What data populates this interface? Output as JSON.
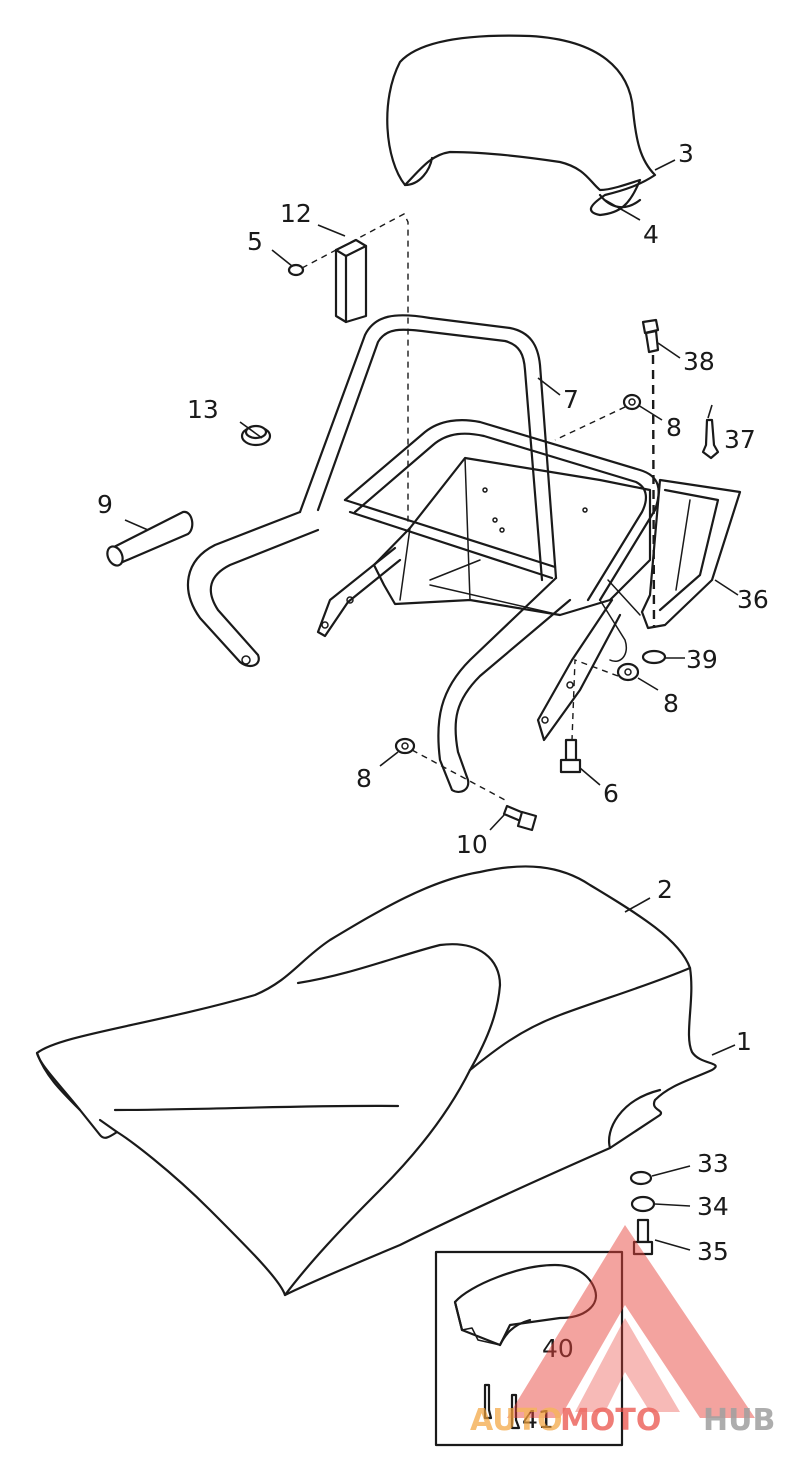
{
  "callouts": {
    "c1": "1",
    "c2": "2",
    "c3": "3",
    "c4": "4",
    "c5": "5",
    "c6": "6",
    "c7": "7",
    "c8a": "8",
    "c8b": "8",
    "c8c": "8",
    "c9": "9",
    "c10": "10",
    "c12": "12",
    "c13": "13",
    "c33": "33",
    "c34": "34",
    "c35": "35",
    "c36": "36",
    "c37": "37",
    "c38": "38",
    "c39": "39",
    "c40": "40",
    "c41": "41"
  },
  "watermark": {
    "part1": "AUTO",
    "part2": "MOTO",
    "part3": "HUB",
    "colors": {
      "red": "#e8453c",
      "orange": "#f2a23a",
      "gray": "#8a8a8a"
    }
  }
}
